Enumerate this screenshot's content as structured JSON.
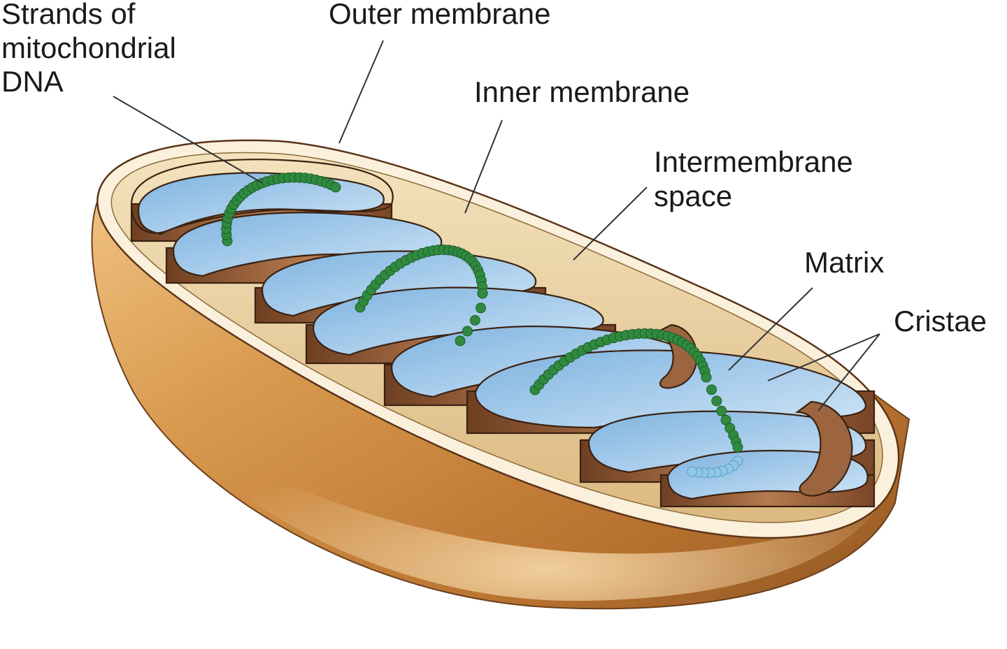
{
  "labels": {
    "dna": [
      "Strands of",
      "mitochondrial",
      "DNA"
    ],
    "outer_membrane": "Outer membrane",
    "inner_membrane": "Inner membrane",
    "intermembrane_space": [
      "Intermembrane",
      "space"
    ],
    "matrix": "Matrix",
    "cristae": "Cristae"
  },
  "colors": {
    "outer_shell": "#c98a3c",
    "outer_shell_rim": "#fbf0dc",
    "intermembrane_space": "#ecd6a8",
    "cristae_wall": "#8a5634",
    "cristae_top": "#f0cfa8",
    "matrix": "#a9cdeb",
    "dna": "#2f8a3f",
    "leader_line": "#333333"
  }
}
